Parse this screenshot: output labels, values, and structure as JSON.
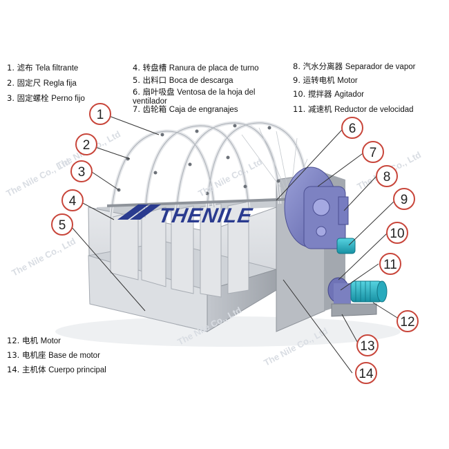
{
  "labels": [
    {
      "num": "1.",
      "cn": "滤布",
      "es": "Tela filtrante"
    },
    {
      "num": "2.",
      "cn": "固定尺",
      "es": "Regla fija"
    },
    {
      "num": "3.",
      "cn": "固定螺栓",
      "es": "Perno fijo"
    },
    {
      "num": "4.",
      "cn": "转盘槽",
      "es": "Ranura de placa de turno"
    },
    {
      "num": "5.",
      "cn": "出料口",
      "es": "Boca de descarga"
    },
    {
      "num": "6.",
      "cn": "扇叶吸盘",
      "es": "Ventosa de la hoja del ventilador"
    },
    {
      "num": "7.",
      "cn": "齿轮箱",
      "es": "Caja de engranajes"
    },
    {
      "num": "8.",
      "cn": "汽水分离器",
      "es": "Separador de vapor"
    },
    {
      "num": "9.",
      "cn": "运转电机",
      "es": "Motor"
    },
    {
      "num": "10.",
      "cn": "搅拌器",
      "es": "Agitador"
    },
    {
      "num": "11.",
      "cn": "减速机",
      "es": "Reductor de velocidad"
    },
    {
      "num": "12.",
      "cn": "电机",
      "es": "Motor"
    },
    {
      "num": "13.",
      "cn": "电机座",
      "es": "Base de motor"
    },
    {
      "num": "14.",
      "cn": "主机体",
      "es": "Cuerpo principal"
    }
  ],
  "callouts": [
    "1",
    "2",
    "3",
    "4",
    "5",
    "6",
    "7",
    "8",
    "9",
    "10",
    "11",
    "12",
    "13",
    "14"
  ],
  "watermark": "The Nile Co., Ltd",
  "logo_text": "THENILE",
  "colors": {
    "callout_stroke": "#c8453a",
    "body": "#d7dadf",
    "body_dark": "#aeb3ba",
    "gearbox": "#7f83c4",
    "motor": "#2bb6c8"
  }
}
